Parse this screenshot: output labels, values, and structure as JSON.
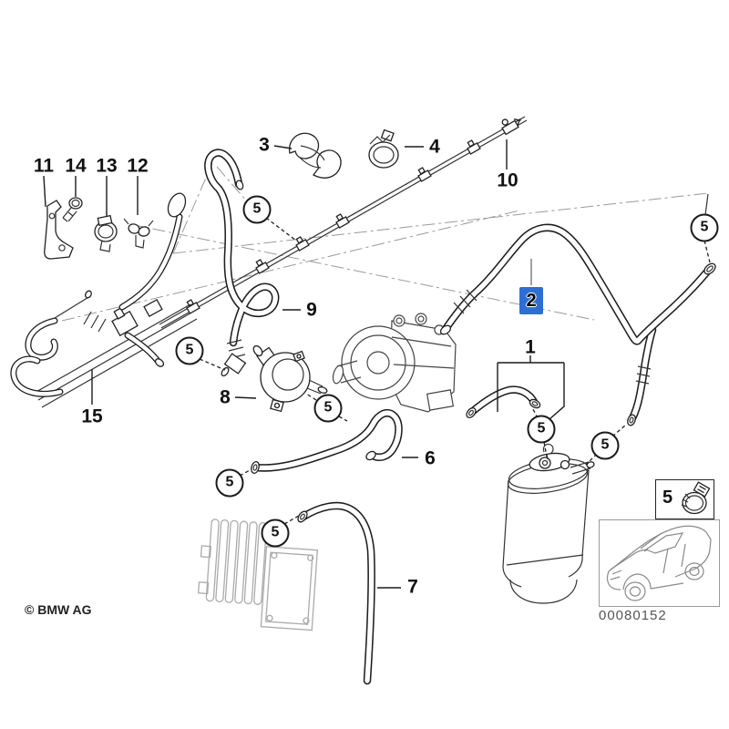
{
  "colors": {
    "highlight_bg": "#2e6ed4",
    "line_art": "#1c1c1c",
    "construction_line": "#9a9a9a"
  },
  "callouts": {
    "n1": "1",
    "n2_highlighted": "2",
    "n3": "3",
    "n4": "4",
    "clamp": "5",
    "n6": "6",
    "n7": "7",
    "n8": "8",
    "n9": "9",
    "n10": "10",
    "n11": "11",
    "n12": "12",
    "n13": "13",
    "n14": "14",
    "n15": "15"
  },
  "legend": {
    "clamp_label": "5"
  },
  "footer": {
    "diagram_code": "00080152"
  },
  "branding": {
    "copyright": "© BMW AG"
  }
}
